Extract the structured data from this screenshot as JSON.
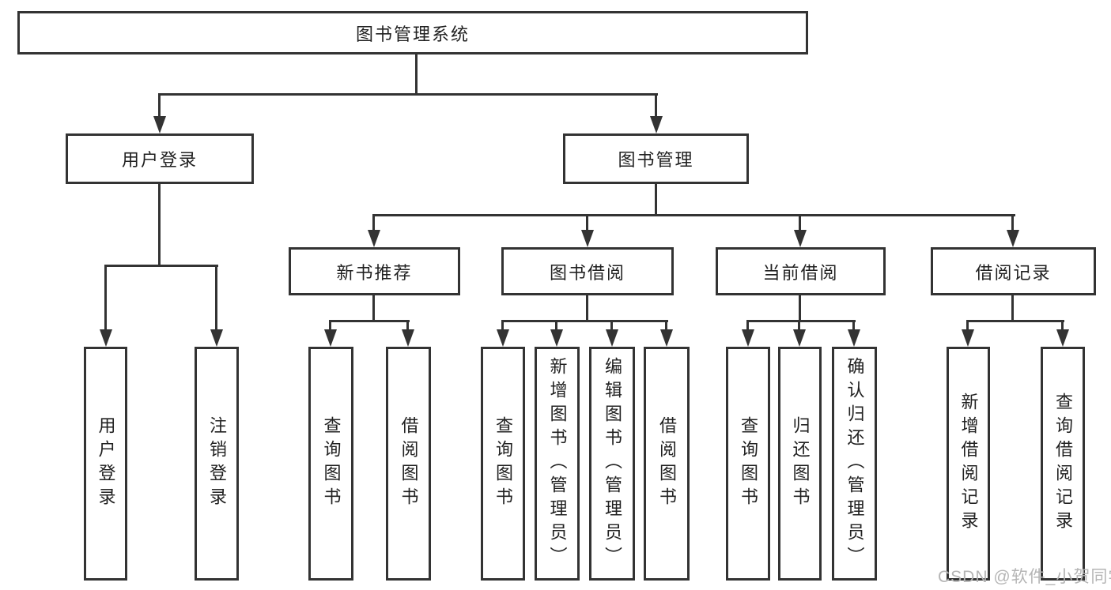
{
  "tree": {
    "root": {
      "label": "图书管理系统"
    },
    "level2": {
      "user_login": {
        "label": "用户登录"
      },
      "book_management": {
        "label": "图书管理"
      }
    },
    "level3": {
      "new_book_recommend": {
        "label": "新书推荐"
      },
      "book_borrow": {
        "label": "图书借阅"
      },
      "current_borrow": {
        "label": "当前借阅"
      },
      "borrow_record": {
        "label": "借阅记录"
      }
    },
    "leaves": {
      "user_login_1": {
        "label": "用户登录"
      },
      "user_login_2": {
        "label": "注销登录"
      },
      "new_book_1": {
        "label": "查询图书"
      },
      "new_book_2": {
        "label": "借阅图书"
      },
      "book_borrow_1": {
        "label": "查询图书"
      },
      "book_borrow_2": {
        "label": "新增图书（管理员）"
      },
      "book_borrow_3": {
        "label": "编辑图书（管理员）"
      },
      "book_borrow_4": {
        "label": "借阅图书"
      },
      "current_borrow_1": {
        "label": "查询图书"
      },
      "current_borrow_2": {
        "label": "归还图书"
      },
      "current_borrow_3": {
        "label": "确认归还（管理员）"
      },
      "borrow_record_1": {
        "label": "新增借阅记录"
      },
      "borrow_record_2": {
        "label": "查询借阅记录"
      }
    }
  },
  "watermark": {
    "text": "CSDN @软件_小贺同学"
  },
  "colors": {
    "line": "#333333",
    "text": "#212121",
    "background": "#ffffff",
    "watermark": "#b5b5b5"
  }
}
